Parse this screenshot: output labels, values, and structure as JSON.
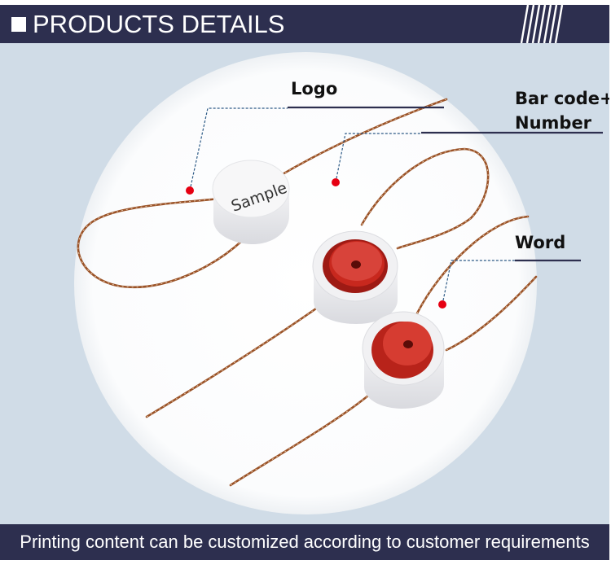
{
  "header": {
    "title": "PRODUCTS DETAILS",
    "icon": "square-bullet-icon",
    "decoration": "diagonal-stripes"
  },
  "product_image": {
    "subject": "cable seals with twisted copper wire",
    "seal_print_text": "Sample",
    "callouts": [
      {
        "id": "logo",
        "label": "Logo"
      },
      {
        "id": "barcode",
        "label_line1": "Bar code+",
        "label_line2": "Number"
      },
      {
        "id": "word",
        "label": "Word"
      }
    ]
  },
  "footer": {
    "text": "Printing content can be customized according to customer requirements"
  },
  "colors": {
    "navy": "#2d2f4f",
    "background": "#d0dce7",
    "marker_red": "#e60012",
    "seal_red": "#c8281e",
    "wire": "#a0582a"
  }
}
